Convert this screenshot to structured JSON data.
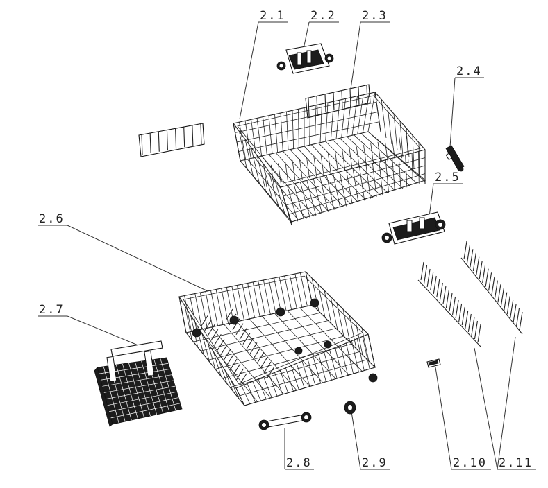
{
  "labels": {
    "l_2_1": "2.1",
    "l_2_2": "2.2",
    "l_2_3": "2.3",
    "l_2_4": "2.4",
    "l_2_5": "2.5",
    "l_2_6": "2.6",
    "l_2_7": "2.7",
    "l_2_8": "2.8",
    "l_2_9": "2.9",
    "l_2_10": "2.10",
    "l_2_11": "2.11"
  }
}
